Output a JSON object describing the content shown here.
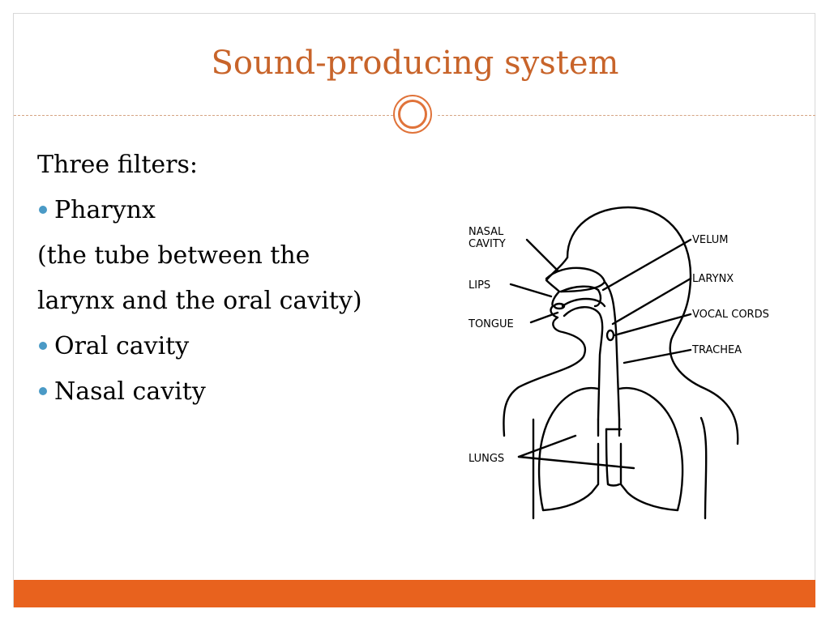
{
  "slide": {
    "title": "Sound-producing system",
    "body": [
      {
        "text": "Three filters:",
        "bullet": false
      },
      {
        "text": "Pharynx",
        "bullet": true
      },
      {
        "text": "(the tube between the",
        "bullet": false
      },
      {
        "text": "larynx and the oral cavity)",
        "bullet": false
      },
      {
        "text": "Oral cavity",
        "bullet": true
      },
      {
        "text": "Nasal cavity",
        "bullet": true
      }
    ]
  },
  "figure": {
    "labels": {
      "nasal_1": "NASAL",
      "nasal_2": "CAVITY",
      "lips": "LIPS",
      "tongue": "TONGUE",
      "lungs": "LUNGS",
      "velum": "VELUM",
      "larynx": "LARYNX",
      "vocal_cords": "VOCAL CORDS",
      "trachea": "TRACHEA"
    }
  },
  "colors": {
    "title": "#c8642a",
    "accent": "#e8621e",
    "bullet": "#4a9ac6"
  }
}
